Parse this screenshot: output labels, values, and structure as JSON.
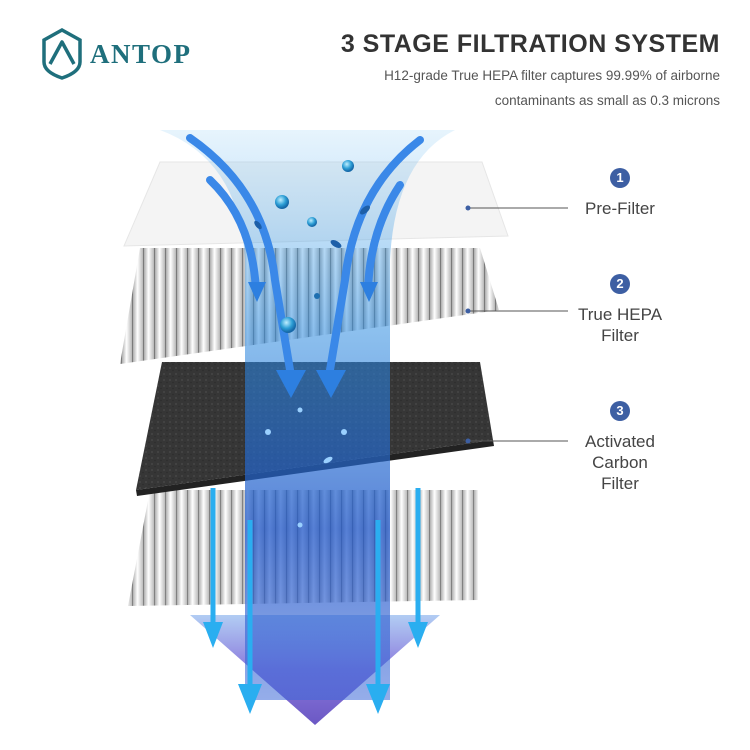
{
  "brand": {
    "name": "ANTOP",
    "color": "#1f6f7c"
  },
  "header": {
    "title": "3 STAGE FILTRATION SYSTEM",
    "subtitle_line1": "H12-grade True HEPA filter captures 99.99% of airborne",
    "subtitle_line2": "contaminants as small as 0.3 microns"
  },
  "stages": [
    {
      "number": "1",
      "label": "Pre-Filter"
    },
    {
      "number": "2",
      "label": "True HEPA\nFilter"
    },
    {
      "number": "3",
      "label": "Activated\nCarbon\nFilter"
    }
  ],
  "colors": {
    "badge": "#3d5fa3",
    "airflow": "#2ea8ee",
    "clean_air": "#6b63c8",
    "carbon": "#333333"
  }
}
